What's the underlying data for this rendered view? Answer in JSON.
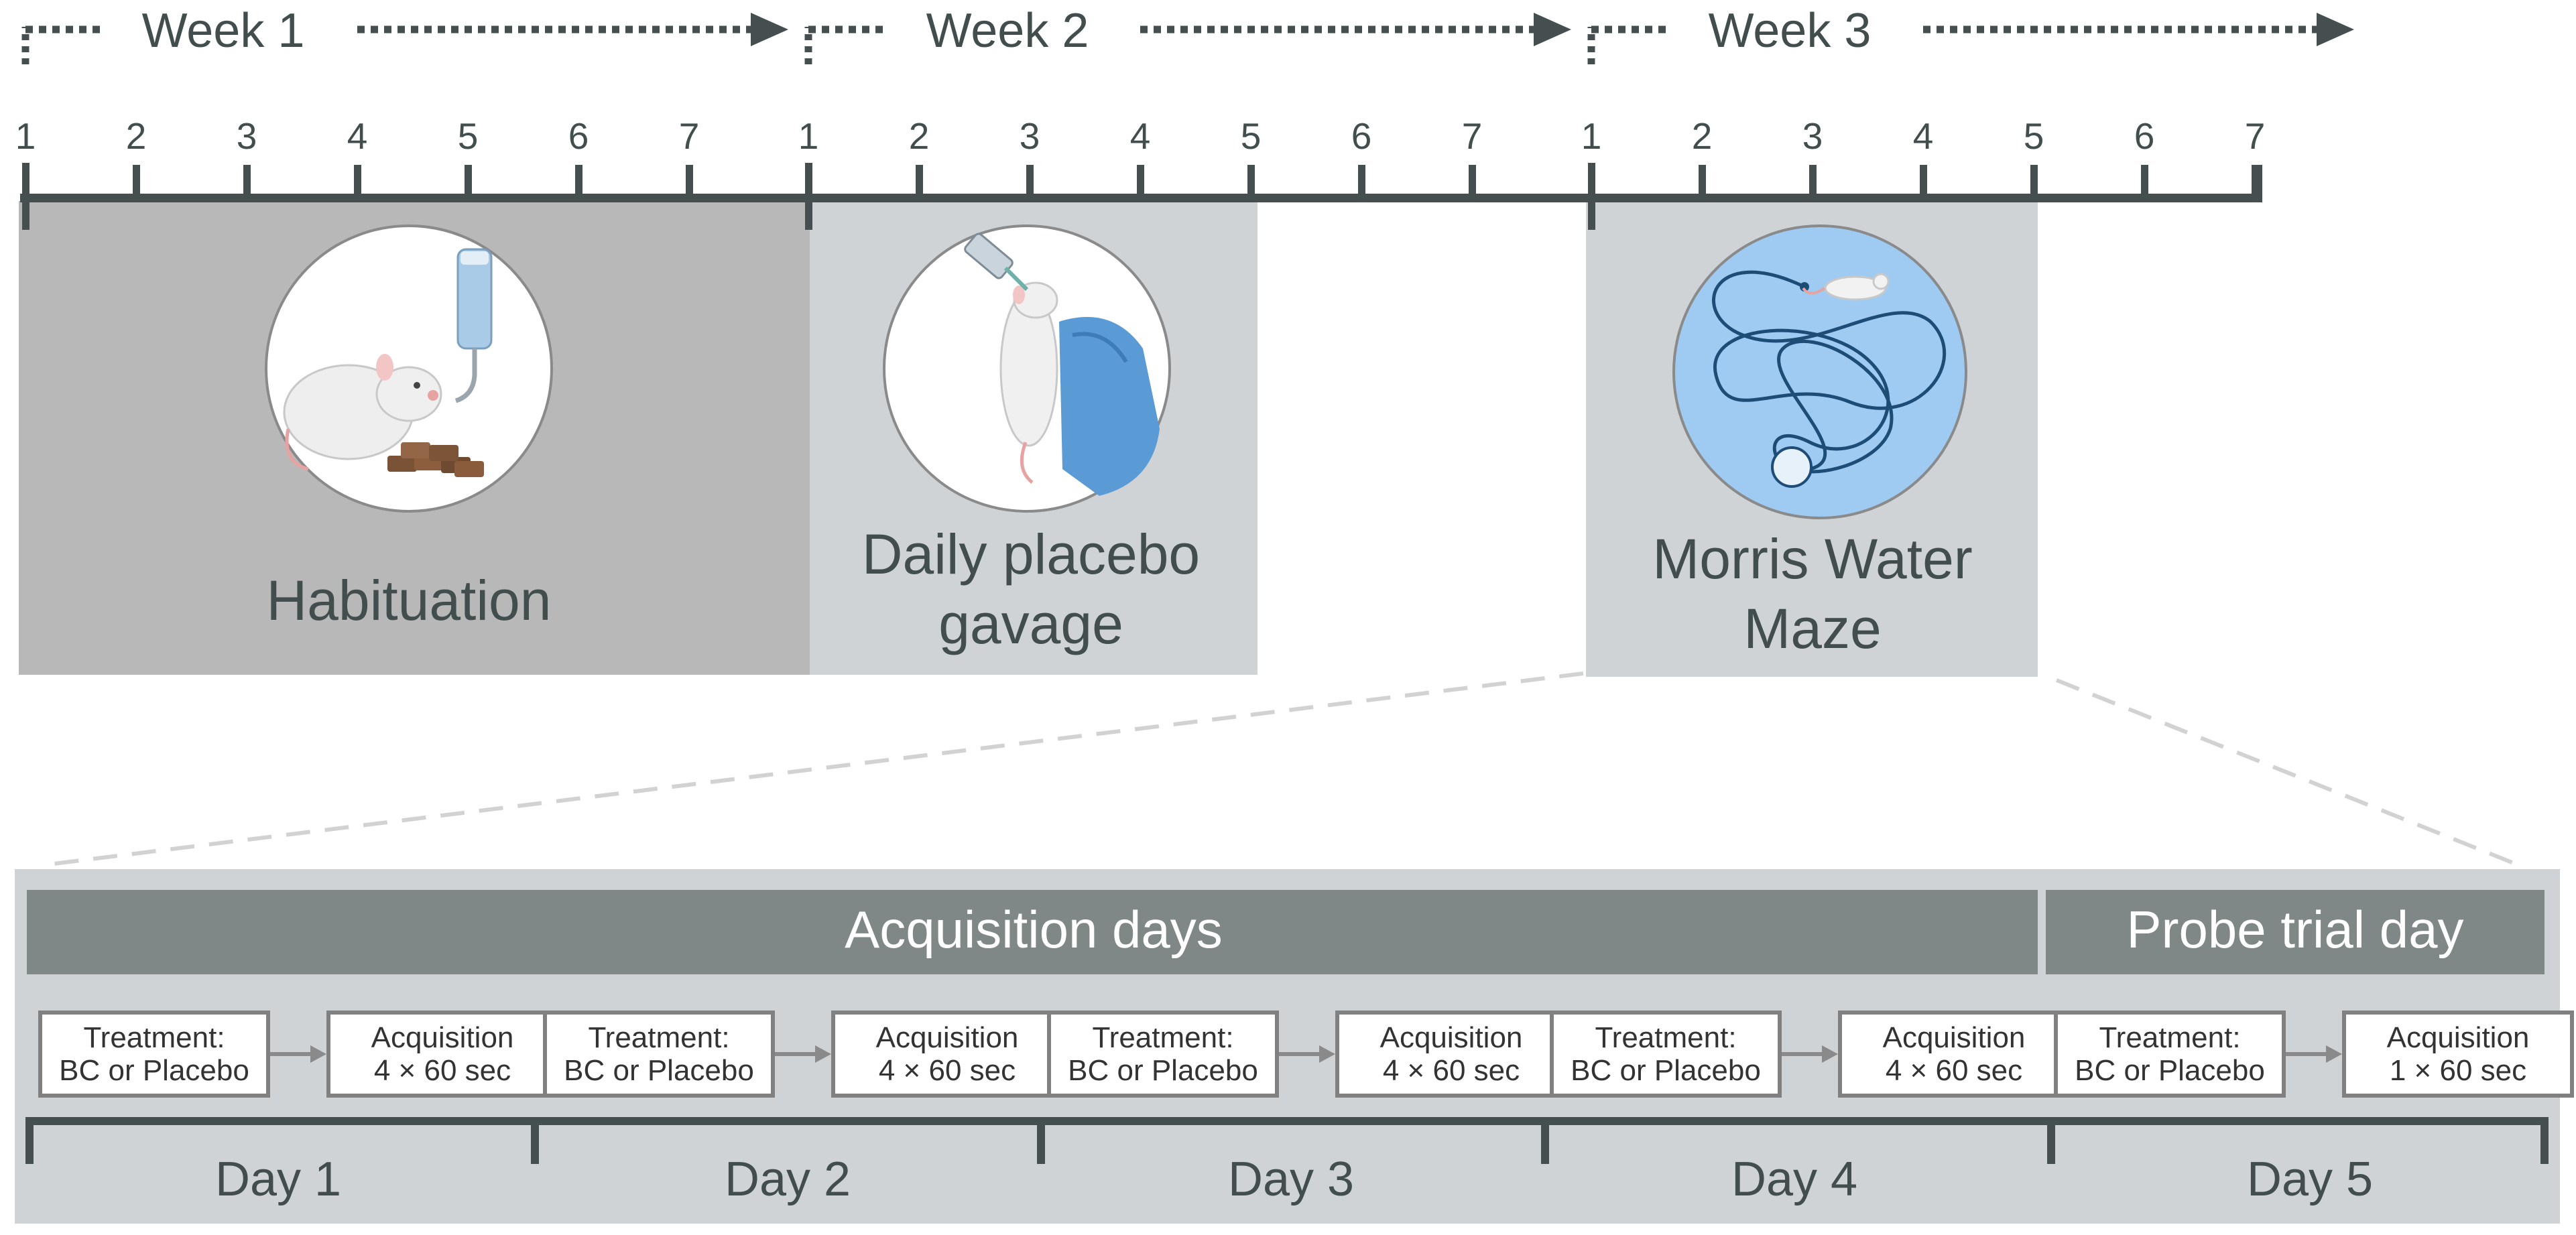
{
  "colors": {
    "habituation_bg": "#B8B8B8",
    "panel_bg": "#CFD3D6",
    "header_bar": "#808887",
    "axis": "#454F4F",
    "text_dark": "#424D4D",
    "text_light": "#FFFFFF",
    "box_border": "#808080",
    "zoom_lines": "#D2D2D2",
    "maze_water": "#9FCBF2"
  },
  "timeline": {
    "weeks": [
      "Week 1",
      "Week 2",
      "Week 3"
    ],
    "ticks": [
      "1",
      "2",
      "3",
      "4",
      "5",
      "6",
      "7",
      "1",
      "2",
      "3",
      "4",
      "5",
      "6",
      "7",
      "1",
      "2",
      "3",
      "4",
      "5",
      "6",
      "7"
    ]
  },
  "phases": [
    {
      "label": "Habituation",
      "icon": "rat-with-food-and-water-icon"
    },
    {
      "label": "Daily placebo\ngavage",
      "icon": "rat-oral-gavage-icon"
    },
    {
      "label": "Morris Water\nMaze",
      "icon": "water-maze-swim-path-icon"
    }
  ],
  "detail": {
    "headers": [
      "Acquisition days",
      "Probe trial day"
    ],
    "days": [
      {
        "label": "Day 1",
        "treatment": [
          "Treatment:",
          "BC or Placebo"
        ],
        "test": [
          "Acquisition",
          "4 × 60 sec"
        ]
      },
      {
        "label": "Day 2",
        "treatment": [
          "Treatment:",
          "BC or Placebo"
        ],
        "test": [
          "Acquisition",
          "4 × 60 sec"
        ]
      },
      {
        "label": "Day 3",
        "treatment": [
          "Treatment:",
          "BC or Placebo"
        ],
        "test": [
          "Acquisition",
          "4 × 60 sec"
        ]
      },
      {
        "label": "Day 4",
        "treatment": [
          "Treatment:",
          "BC or Placebo"
        ],
        "test": [
          "Acquisition",
          "4 × 60 sec"
        ]
      },
      {
        "label": "Day 5",
        "treatment": [
          "Treatment:",
          "BC or Placebo"
        ],
        "test": [
          "Acquisition",
          "1 × 60 sec"
        ]
      }
    ]
  }
}
